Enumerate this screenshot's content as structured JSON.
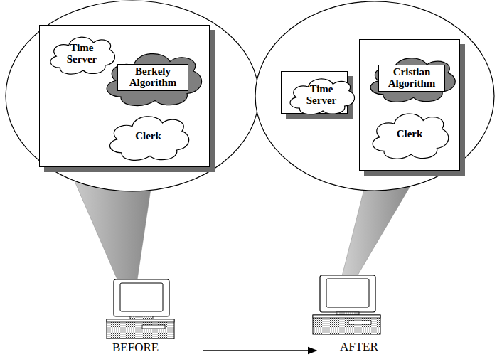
{
  "diagram": {
    "nodes": [
      {
        "text": []
      },
      {
        "text": [
          "Time Server"
        ],
        "in": 0
      },
      {
        "text": [
          "Berkely Algorithm"
        ],
        "in": 0
      },
      {
        "text": [
          "Clerk"
        ],
        "in": 0
      },
      {
        "text": []
      },
      {
        "text": [
          "Time Server"
        ],
        "in": 4
      },
      {
        "text": []
      },
      {
        "text": [
          "Cristian Algorithm"
        ],
        "in": 6
      },
      {
        "text": [
          "Clerk"
        ],
        "in": 6
      }
    ],
    "labels": [
      "BEFORE",
      "AFTER"
    ]
  }
}
